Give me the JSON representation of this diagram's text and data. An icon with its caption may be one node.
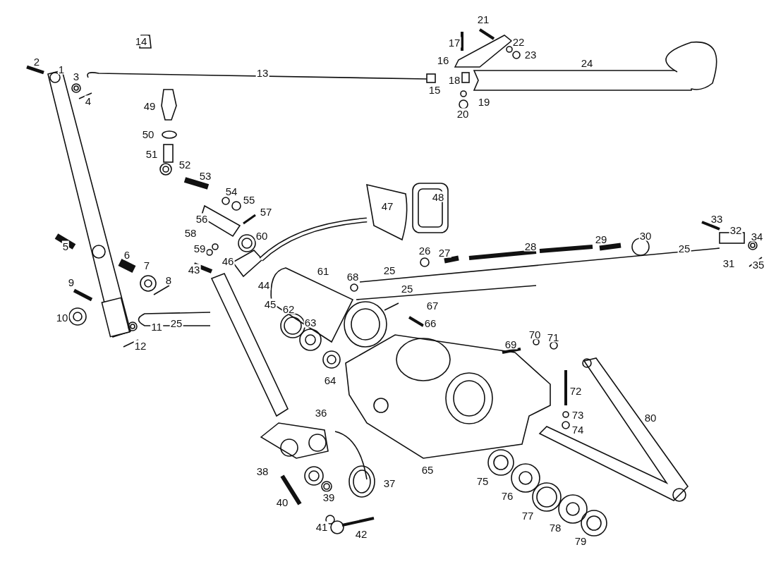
{
  "diagram": {
    "labels": [
      "1",
      "2",
      "3",
      "4",
      "5",
      "6",
      "7",
      "8",
      "9",
      "10",
      "11",
      "12",
      "13",
      "14",
      "15",
      "16",
      "17",
      "18",
      "19",
      "20",
      "21",
      "22",
      "23",
      "24",
      "25",
      "25",
      "25",
      "25",
      "26",
      "27",
      "28",
      "29",
      "30",
      "31",
      "32",
      "33",
      "34",
      "35",
      "36",
      "37",
      "38",
      "39",
      "40",
      "41",
      "42",
      "43",
      "44",
      "45",
      "46",
      "47",
      "48",
      "49",
      "50",
      "51",
      "52",
      "53",
      "54",
      "55",
      "56",
      "57",
      "58",
      "59",
      "60",
      "61",
      "62",
      "63",
      "64",
      "65",
      "66",
      "67",
      "68",
      "69",
      "70",
      "71",
      "72",
      "73",
      "74",
      "75",
      "76",
      "77",
      "78",
      "79",
      "80"
    ]
  }
}
